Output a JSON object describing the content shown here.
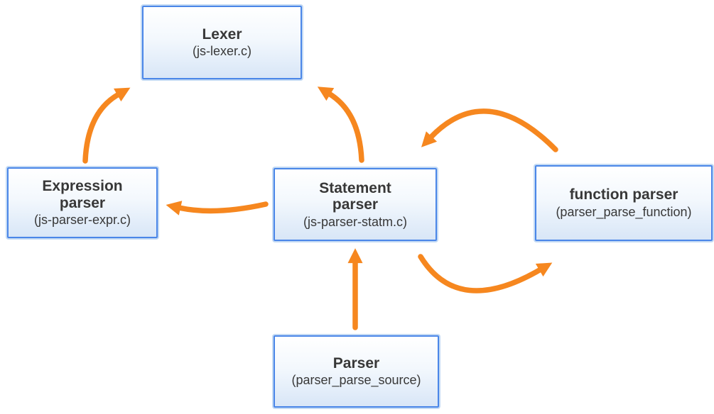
{
  "diagram": {
    "background": "#ffffff",
    "colors": {
      "arrow": "#F6871F",
      "node_border": "#4A86E8",
      "node_halo": "#C3DAF4",
      "node_fill_top": "#FFFFFF",
      "node_fill_bottom": "#D8E6F7",
      "text": "#383838"
    },
    "nodes": [
      {
        "id": "lexer",
        "title": "Lexer",
        "subtitle": "(js-lexer.c)"
      },
      {
        "id": "expression-parser",
        "title": "Expression parser",
        "subtitle": "(js-parser-expr.c)"
      },
      {
        "id": "statement-parser",
        "title": "Statement parser",
        "subtitle": "(js-parser-statm.c)"
      },
      {
        "id": "function-parser",
        "title": "function parser",
        "subtitle": "(parser_parse_function)"
      },
      {
        "id": "parser",
        "title": "Parser",
        "subtitle": "(parser_parse_source)"
      }
    ],
    "edges": [
      {
        "from": "expression-parser",
        "to": "lexer"
      },
      {
        "from": "statement-parser",
        "to": "lexer"
      },
      {
        "from": "statement-parser",
        "to": "expression-parser"
      },
      {
        "from": "function-parser",
        "to": "statement-parser"
      },
      {
        "from": "statement-parser",
        "to": "function-parser"
      },
      {
        "from": "parser",
        "to": "statement-parser"
      }
    ]
  }
}
